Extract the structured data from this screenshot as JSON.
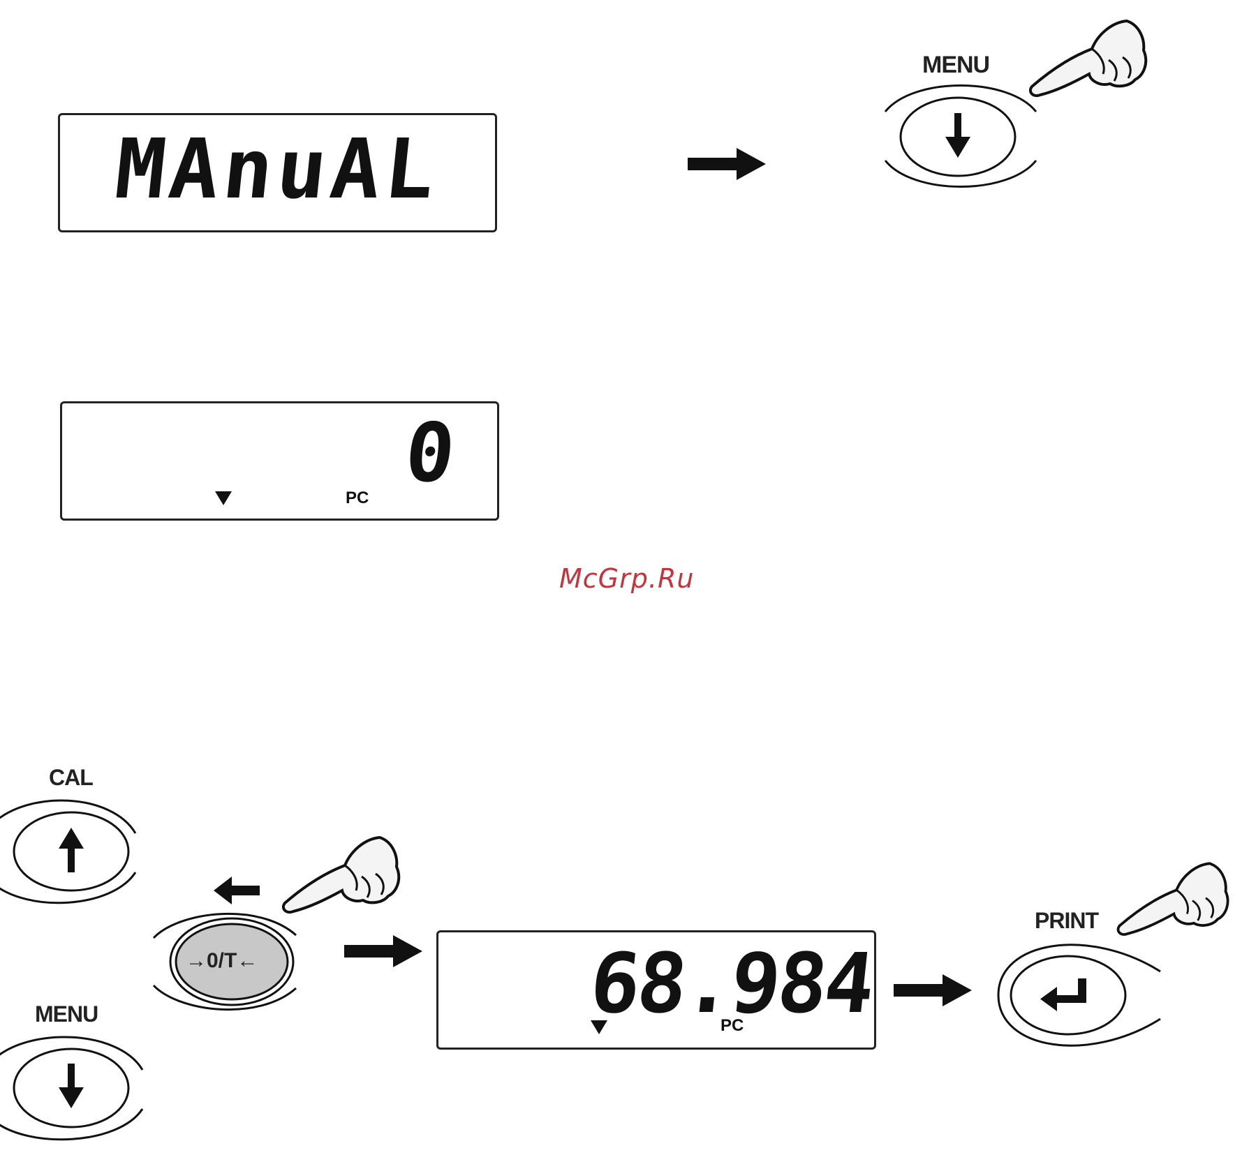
{
  "step1": {
    "display_text": "MAnuAL",
    "key_label": "MENU"
  },
  "step2": {
    "display_value": "0",
    "unit": "PC"
  },
  "watermark": "McGrp.Ru",
  "step3": {
    "cal_label": "CAL",
    "menu_label": "MENU",
    "zero_tare_label": "→0/T←",
    "display_value": "68.984",
    "unit": "PC",
    "print_label": "PRINT"
  },
  "colors": {
    "watermark": "#c8323a",
    "zero_tare_fill": "#c8c8c8",
    "ink": "#111111"
  }
}
